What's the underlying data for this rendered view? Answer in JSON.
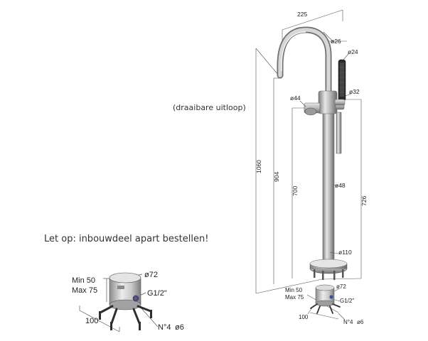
{
  "notes": {
    "swivel_spout": "(draaibare uitloop)",
    "order_notice": "Let op: inbouwdeel apart bestellen!"
  },
  "tap_dimensions": {
    "spout_reach": "225",
    "spout_tube": "ø26",
    "handshower": "ø24",
    "handshower_holder": "ø32",
    "mixer_knob": "ø44",
    "column": "ø48",
    "base": "ø110",
    "total_height": "1060",
    "spout_height": "904",
    "mixer_height": "700",
    "holder_height": "726"
  },
  "installation_part": {
    "min_depth": "Min 50",
    "max_depth": "Max 75",
    "body_diameter": "ø72",
    "thread": "G1/2\"",
    "leg_spacing": "100",
    "legs": "N°4",
    "leg_diameter": "ø6"
  },
  "colors": {
    "steel_light": "#d9d9d9",
    "steel_mid": "#a8a8a8",
    "steel_dark": "#6e6e6e",
    "line": "#444444",
    "inlet_blue": "#3b4fa0",
    "inlet_red": "#b5462b"
  }
}
